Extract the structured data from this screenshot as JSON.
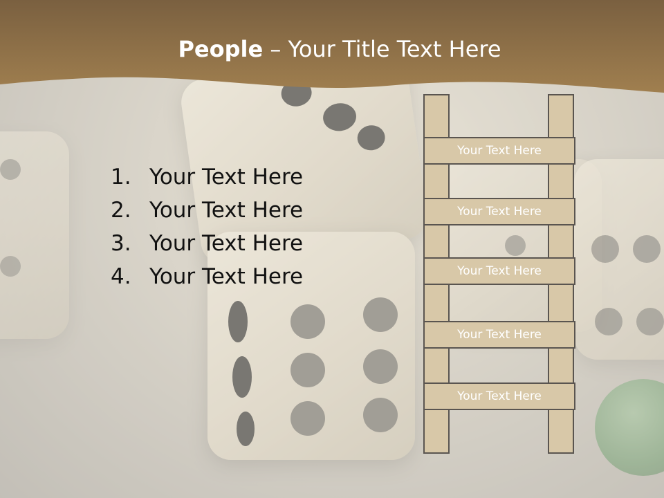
{
  "title": {
    "bold": "People",
    "rest": " – Your Title Text Here"
  },
  "list": {
    "items": [
      {
        "number": "1.",
        "text": "Your Text Here"
      },
      {
        "number": "2.",
        "text": "Your Text Here"
      },
      {
        "number": "3.",
        "text": "Your Text Here"
      },
      {
        "number": "4.",
        "text": "Your Text Here"
      }
    ]
  },
  "ladder": {
    "rungs": [
      "Your Text Here",
      "Your Text Here",
      "Your Text Here",
      "Your Text Here",
      "Your Text Here"
    ]
  },
  "colors": {
    "title_band": "#8c6f46",
    "ladder_fill": "#d8c8a8",
    "ladder_border": "#5a5550"
  }
}
